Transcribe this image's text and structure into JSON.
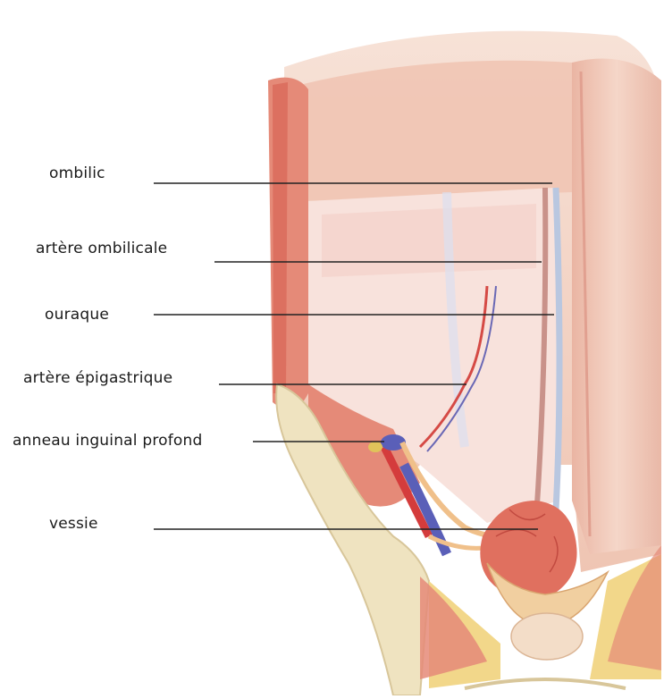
{
  "labels": [
    {
      "id": "ombilic",
      "text": "ombilic"
    },
    {
      "id": "artere-ombilicale",
      "text": "artère ombilicale"
    },
    {
      "id": "ouraque",
      "text": "ouraque"
    },
    {
      "id": "artere-epigastrique",
      "text": "artère épigastrique"
    },
    {
      "id": "anneau-inguinal",
      "text": "anneau inguinal profond"
    },
    {
      "id": "vessie",
      "text": "vessie"
    }
  ],
  "colors": {
    "background": "#ffffff",
    "skin": "#f3cdb8",
    "muscle": "#e07a6a",
    "peritoneum": "#f6dcd4",
    "bone": "#efe3c0",
    "fat": "#f2d78a",
    "artery": "#d43c3c",
    "vein": "#5a5fb8",
    "leader_line": "#222222"
  }
}
